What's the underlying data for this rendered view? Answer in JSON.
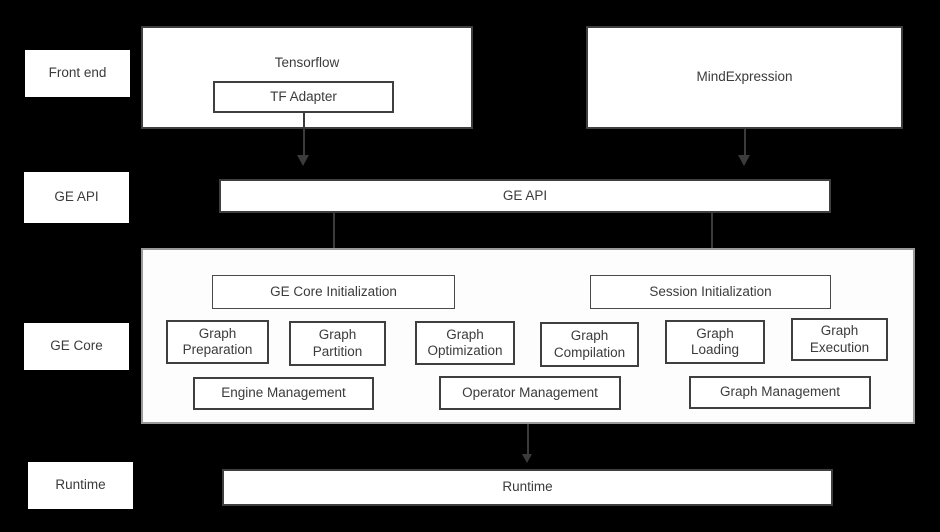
{
  "diagram": {
    "title": "GE architecture stack",
    "background_color": "#000000",
    "box_fill": "#ffffff",
    "box_border": "#3f3f3f",
    "text_color": "#3b3b3b",
    "layer_labels": [
      {
        "id": "front-end",
        "label": "Front end"
      },
      {
        "id": "ge-api",
        "label": "GE API"
      },
      {
        "id": "ge-core",
        "label": "GE Core"
      },
      {
        "id": "runtime",
        "label": "Runtime"
      }
    ],
    "front_end": {
      "tensorflow": {
        "label": "Tensorflow",
        "child": {
          "label": "TF Adapter"
        }
      },
      "mindexpression": {
        "label": "MindExpression"
      }
    },
    "ge_api": {
      "label": "GE API"
    },
    "ge_core": {
      "init_boxes": [
        {
          "label": "GE Core Initialization"
        },
        {
          "label": "Session Initialization"
        }
      ],
      "module_boxes": [
        {
          "label": "Graph\nPreparation"
        },
        {
          "label": "Graph\nPartition"
        },
        {
          "label": "Graph\nOptimization"
        },
        {
          "label": "Graph\nCompilation"
        },
        {
          "label": "Graph\nLoading"
        },
        {
          "label": "Graph\nExecution"
        }
      ],
      "management_boxes": [
        {
          "label": "Engine Management"
        },
        {
          "label": "Operator Management"
        },
        {
          "label": "Graph Management"
        }
      ]
    },
    "runtime": {
      "label": "Runtime"
    }
  }
}
